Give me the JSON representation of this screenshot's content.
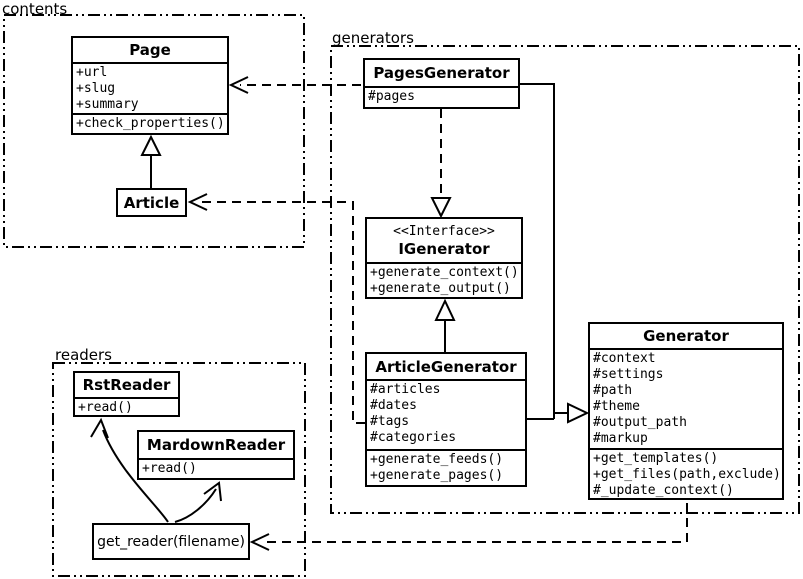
{
  "packages": {
    "contents": {
      "label": "contents"
    },
    "generators": {
      "label": "generators"
    },
    "readers": {
      "label": "readers"
    }
  },
  "classes": {
    "page": {
      "name": "Page",
      "attrs": [
        "+url",
        "+slug",
        "+summary"
      ],
      "methods": [
        "+check_properties()"
      ]
    },
    "article": {
      "name": "Article"
    },
    "pages_generator": {
      "name": "PagesGenerator",
      "attrs": [
        "#pages"
      ]
    },
    "igenerator": {
      "stereotype": "<<Interface>>",
      "name": "IGenerator",
      "methods": [
        "+generate_context()",
        "+generate_output()"
      ]
    },
    "article_generator": {
      "name": "ArticleGenerator",
      "attrs": [
        "#articles",
        "#dates",
        "#tags",
        "#categories"
      ],
      "methods": [
        "+generate_feeds()",
        "+generate_pages()"
      ]
    },
    "generator": {
      "name": "Generator",
      "attrs": [
        "#context",
        "#settings",
        "#path",
        "#theme",
        "#output_path",
        "#markup"
      ],
      "methods": [
        "+get_templates()",
        "+get_files(path,exclude)",
        "#_update_context()"
      ]
    },
    "rst_reader": {
      "name": "RstReader",
      "methods": [
        "+read()"
      ]
    },
    "markdown_reader": {
      "name": "MardownReader",
      "methods": [
        "+read()"
      ]
    },
    "get_reader": {
      "name": "get_reader(filename)"
    }
  },
  "relations": {
    "article_inherits_page": "Article inherits Page",
    "pagesgenerator_realizes_igenerator": "PagesGenerator realizes IGenerator",
    "articlegenerator_inherits_igenerator": "ArticleGenerator inherits IGenerator",
    "generators_inherit_generator": "PagesGenerator and ArticleGenerator inherit Generator",
    "pagesgenerator_uses_page": "PagesGenerator depends on Page",
    "articlegenerator_uses_article": "ArticleGenerator depends on Article",
    "generator_uses_get_reader": "Generator depends on get_reader",
    "get_reader_creates_rstreader": "get_reader creates RstReader",
    "get_reader_creates_markdownreader": "get_reader creates MardownReader"
  },
  "colors": {
    "line": "#000000",
    "background": "#ffffff",
    "box_fill": "#ffffff"
  }
}
